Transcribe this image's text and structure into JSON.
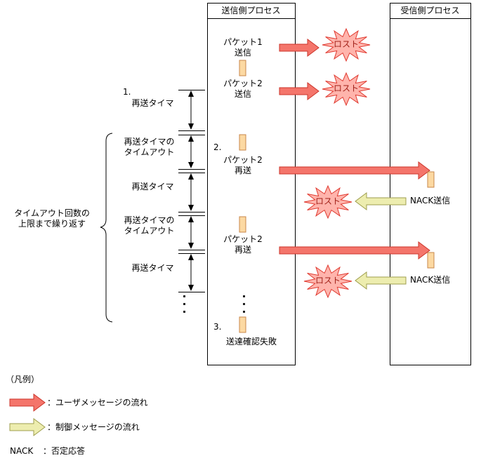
{
  "diagram": {
    "sender_title": "送信側プロセス",
    "receiver_title": "受信側プロセス",
    "steps": {
      "no1": "1.",
      "no2": "2.",
      "no3": "3.",
      "packet1_send": "パケット1\n送信",
      "packet2_send": "パケット2\n送信",
      "packet2_resend": "パケット2\n再送",
      "delivery_fail": "送達確認失敗"
    },
    "timers": {
      "retransmission_timer": "再送タイマ",
      "timer_timeout": "再送タイマの\nタイムアウト",
      "repeat_note": "タイムアウト回数の\n上限まで繰り返す"
    },
    "lost_label": "ロスト",
    "nack_send_label": "NACK送信"
  },
  "legend": {
    "title": "（凡例）",
    "user_flow_label": "：ユーザメッセージの流れ",
    "control_flow_label": "：制御メッセージの流れ",
    "nack_term": "NACK",
    "nack_desc": "：否定応答"
  },
  "colors": {
    "user_message_fill": "#f4756b",
    "user_message_stroke": "#cc352b",
    "control_message_fill": "#ededaf",
    "control_message_stroke": "#9e9e4e",
    "lost_fill": "#ffb4ac",
    "lost_stroke": "#e03a30",
    "lost_text": "#a02018",
    "packet_fill": "#fcd9a2",
    "packet_stroke": "#c8874b"
  }
}
